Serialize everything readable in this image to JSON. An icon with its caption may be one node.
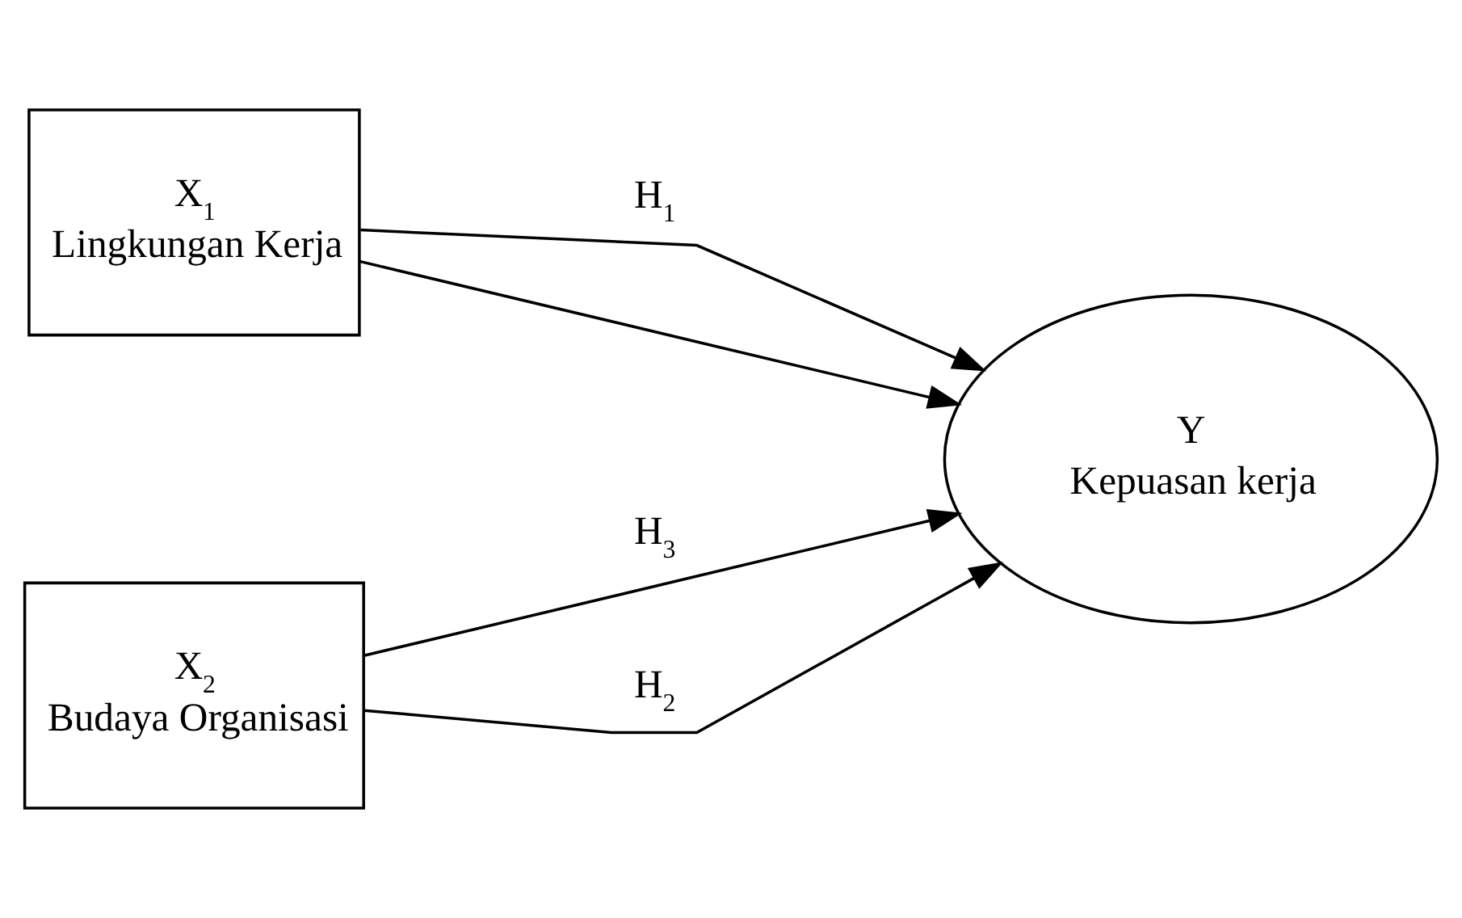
{
  "diagram": {
    "nodes": [
      {
        "text": [
          "X$_{1}$",
          "Lingkungan Kerja"
        ]
      },
      {
        "text": [
          "X$_{2}$",
          "Budaya Organisasi"
        ]
      },
      {
        "text": [
          "Y",
          "Kepuasan kerja"
        ]
      }
    ],
    "edges": [
      {
        "from": 0,
        "to": 2,
        "arrow": "to",
        "label": "H$_{1}$"
      },
      {
        "from": 0,
        "to": 2,
        "arrow": "to"
      },
      {
        "from": 1,
        "to": 2,
        "arrow": "to",
        "label": "H$_{3}$"
      },
      {
        "from": 1,
        "to": 2,
        "arrow": "to",
        "label": "H$_{2}$"
      }
    ]
  }
}
